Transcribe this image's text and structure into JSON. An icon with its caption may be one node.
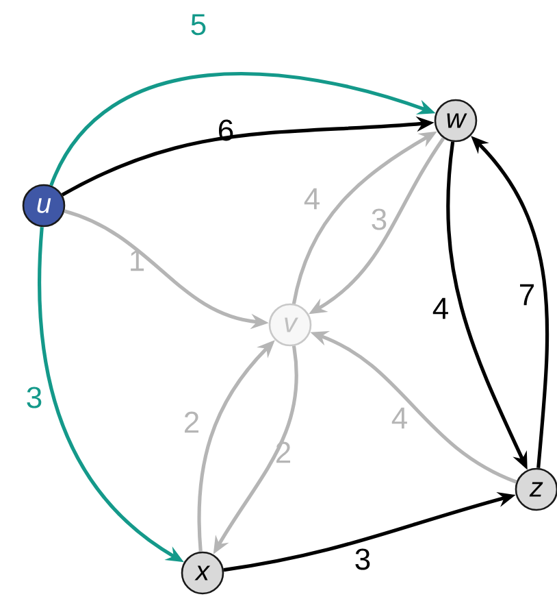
{
  "diagram": {
    "nodes": [
      {
        "text": [
          "u"
        ]
      },
      {
        "text": [
          "w"
        ]
      },
      {
        "text": [
          "v"
        ]
      },
      {
        "text": [
          "x"
        ]
      },
      {
        "text": [
          "z"
        ]
      }
    ],
    "edges": [
      {
        "from": 0,
        "to": 1,
        "arrow": "to",
        "label": "5",
        "color": "#14998a"
      },
      {
        "from": 0,
        "to": 1,
        "arrow": "to",
        "label": "6",
        "color": "#000000"
      },
      {
        "from": 0,
        "to": 2,
        "arrow": "to",
        "label": "1"
      },
      {
        "from": 0,
        "to": 3,
        "arrow": "to",
        "label": "3",
        "color": "#14998a"
      },
      {
        "from": 2,
        "to": 1,
        "arrow": "to",
        "label": "4"
      },
      {
        "from": 1,
        "to": 2,
        "arrow": "to",
        "label": "3"
      },
      {
        "from": 1,
        "to": 4,
        "arrow": "to",
        "label": "4",
        "color": "#000000"
      },
      {
        "from": 4,
        "to": 1,
        "arrow": "to",
        "label": "7",
        "color": "#000000"
      },
      {
        "from": 3,
        "to": 2,
        "arrow": "to",
        "label": "2"
      },
      {
        "from": 2,
        "to": 3,
        "arrow": "to",
        "label": "2"
      },
      {
        "from": 4,
        "to": 2,
        "arrow": "to",
        "label": "4"
      },
      {
        "from": 3,
        "to": 4,
        "arrow": "to",
        "label": "3",
        "color": "#000000"
      }
    ]
  }
}
